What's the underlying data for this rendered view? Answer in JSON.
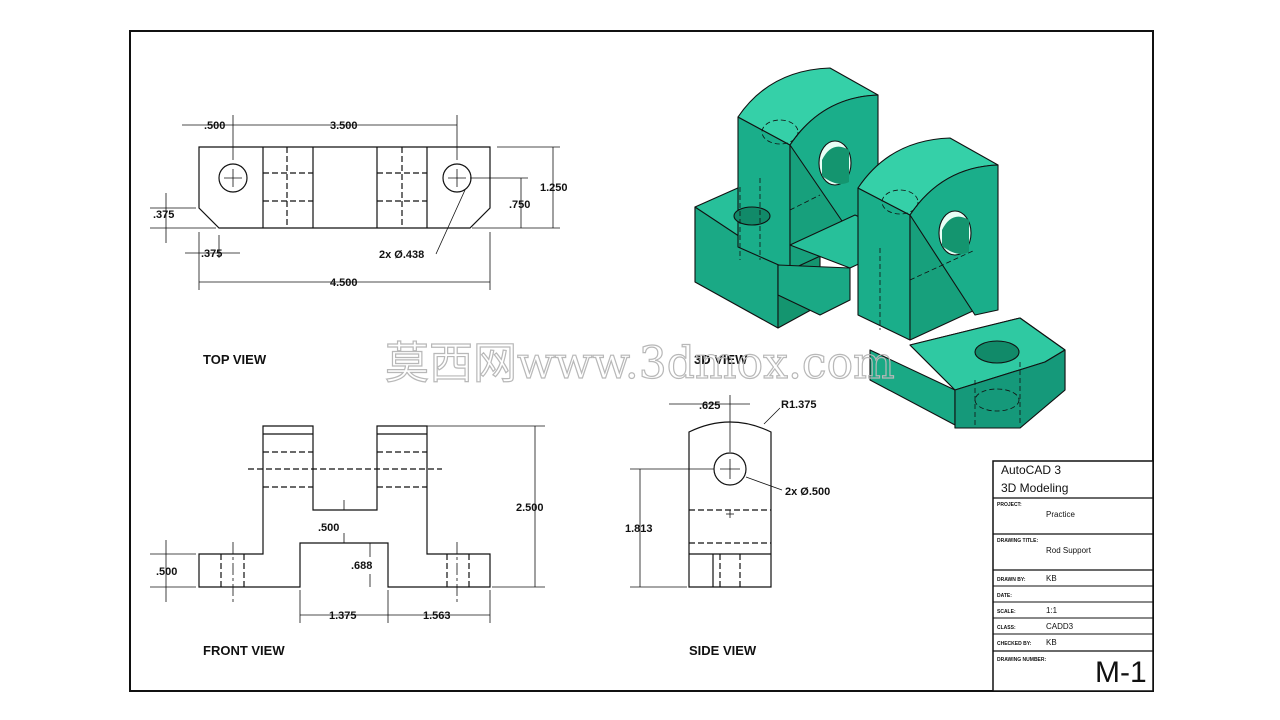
{
  "views": {
    "top": "TOP VIEW",
    "front": "FRONT VIEW",
    "side": "SIDE VIEW",
    "iso": "3D VIEW"
  },
  "dimensions": {
    "top": {
      "d1": ".500",
      "d2": "3.500",
      "d3": "1.250",
      "d4": ".750",
      "d5": ".375",
      "d6": ".375",
      "d7": "2x Ø.438",
      "d8": "4.500"
    },
    "front": {
      "d1": "2.500",
      "d2": ".500",
      "d3": ".688",
      "d4": ".500",
      "d5": "1.375",
      "d6": "1.563"
    },
    "side": {
      "d1": ".625",
      "d2": "R1.375",
      "d3": "2x Ø.500",
      "d4": "1.813"
    }
  },
  "title_block": {
    "course": "AutoCAD 3",
    "subject": "3D Modeling",
    "project_label": "PROJECT:",
    "project": "Practice",
    "drawing_title_label": "DRAWING TITLE:",
    "drawing_title": "Rod Support",
    "drawn_by_label": "DRAWN BY:",
    "drawn_by": "KB",
    "date_label": "DATE:",
    "scale_label": "SCALE:",
    "scale": "1:1",
    "class_label": "CLASS:",
    "class": "CADD3",
    "checked_by_label": "CHECKED BY:",
    "checked_by": "KB",
    "drawing_number_label": "DRAWING NUMBER:",
    "drawing_number": "M-1"
  },
  "watermark": "莫西网www.3dmox.com",
  "colors": {
    "model_fill": "#1aaf8c",
    "model_top": "#2cc79f",
    "line": "#111111"
  }
}
